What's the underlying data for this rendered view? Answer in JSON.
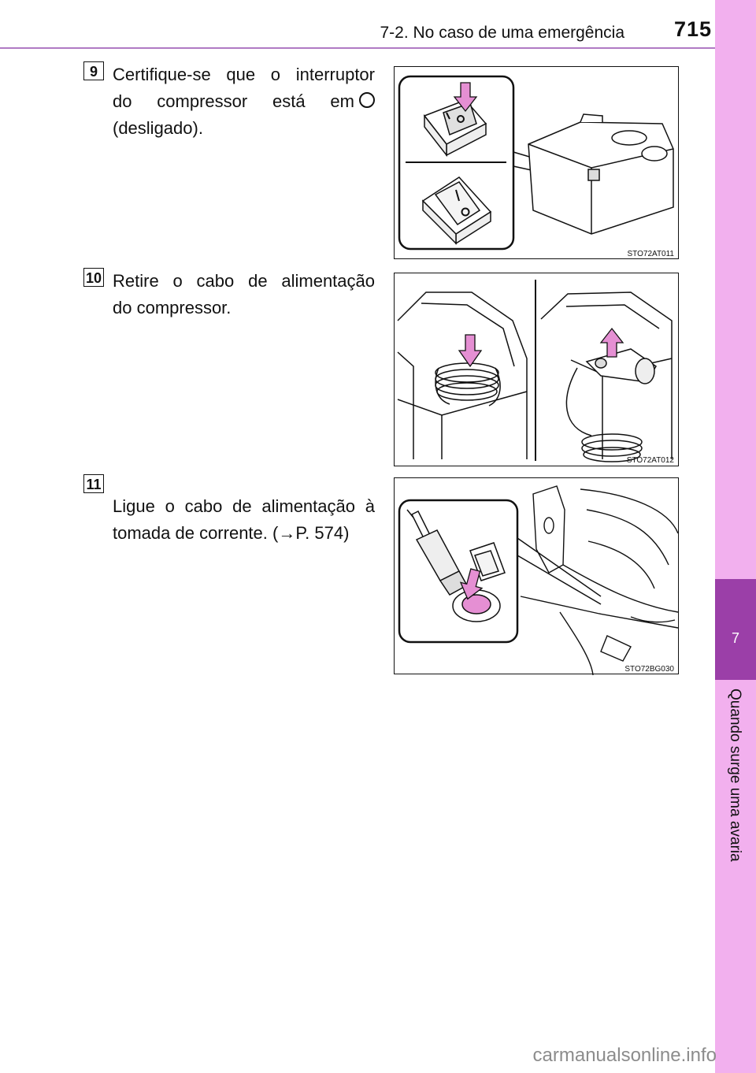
{
  "header": {
    "section": "7-2. No caso de uma emergência",
    "page_number": "715"
  },
  "sidebar": {
    "chapter_number": "7",
    "chapter_title": "Quando surge uma avaria"
  },
  "steps": [
    {
      "number": "9",
      "lines": [
        "Certifique-se que o interruptor",
        "do compressor está em",
        "(desligado)."
      ],
      "figure_code": "STO72AT011",
      "off_symbol": "circle-off-icon"
    },
    {
      "number": "10",
      "lines": [
        "Retire o cabo de alimentação",
        "do compressor."
      ],
      "figure_code": "STO72AT012"
    },
    {
      "number": "11",
      "lines": [
        "Ligue o cabo de alimentação à",
        "tomada de corrente. (→P. 574)"
      ],
      "figure_code": "STO72BG030"
    }
  ],
  "watermark": "carmanualsonline.info",
  "colors": {
    "accent": "#9b3fa8",
    "sidebar": "#f2b0ee",
    "arrow": "#e58fd3",
    "rule": "#b07ac4"
  }
}
